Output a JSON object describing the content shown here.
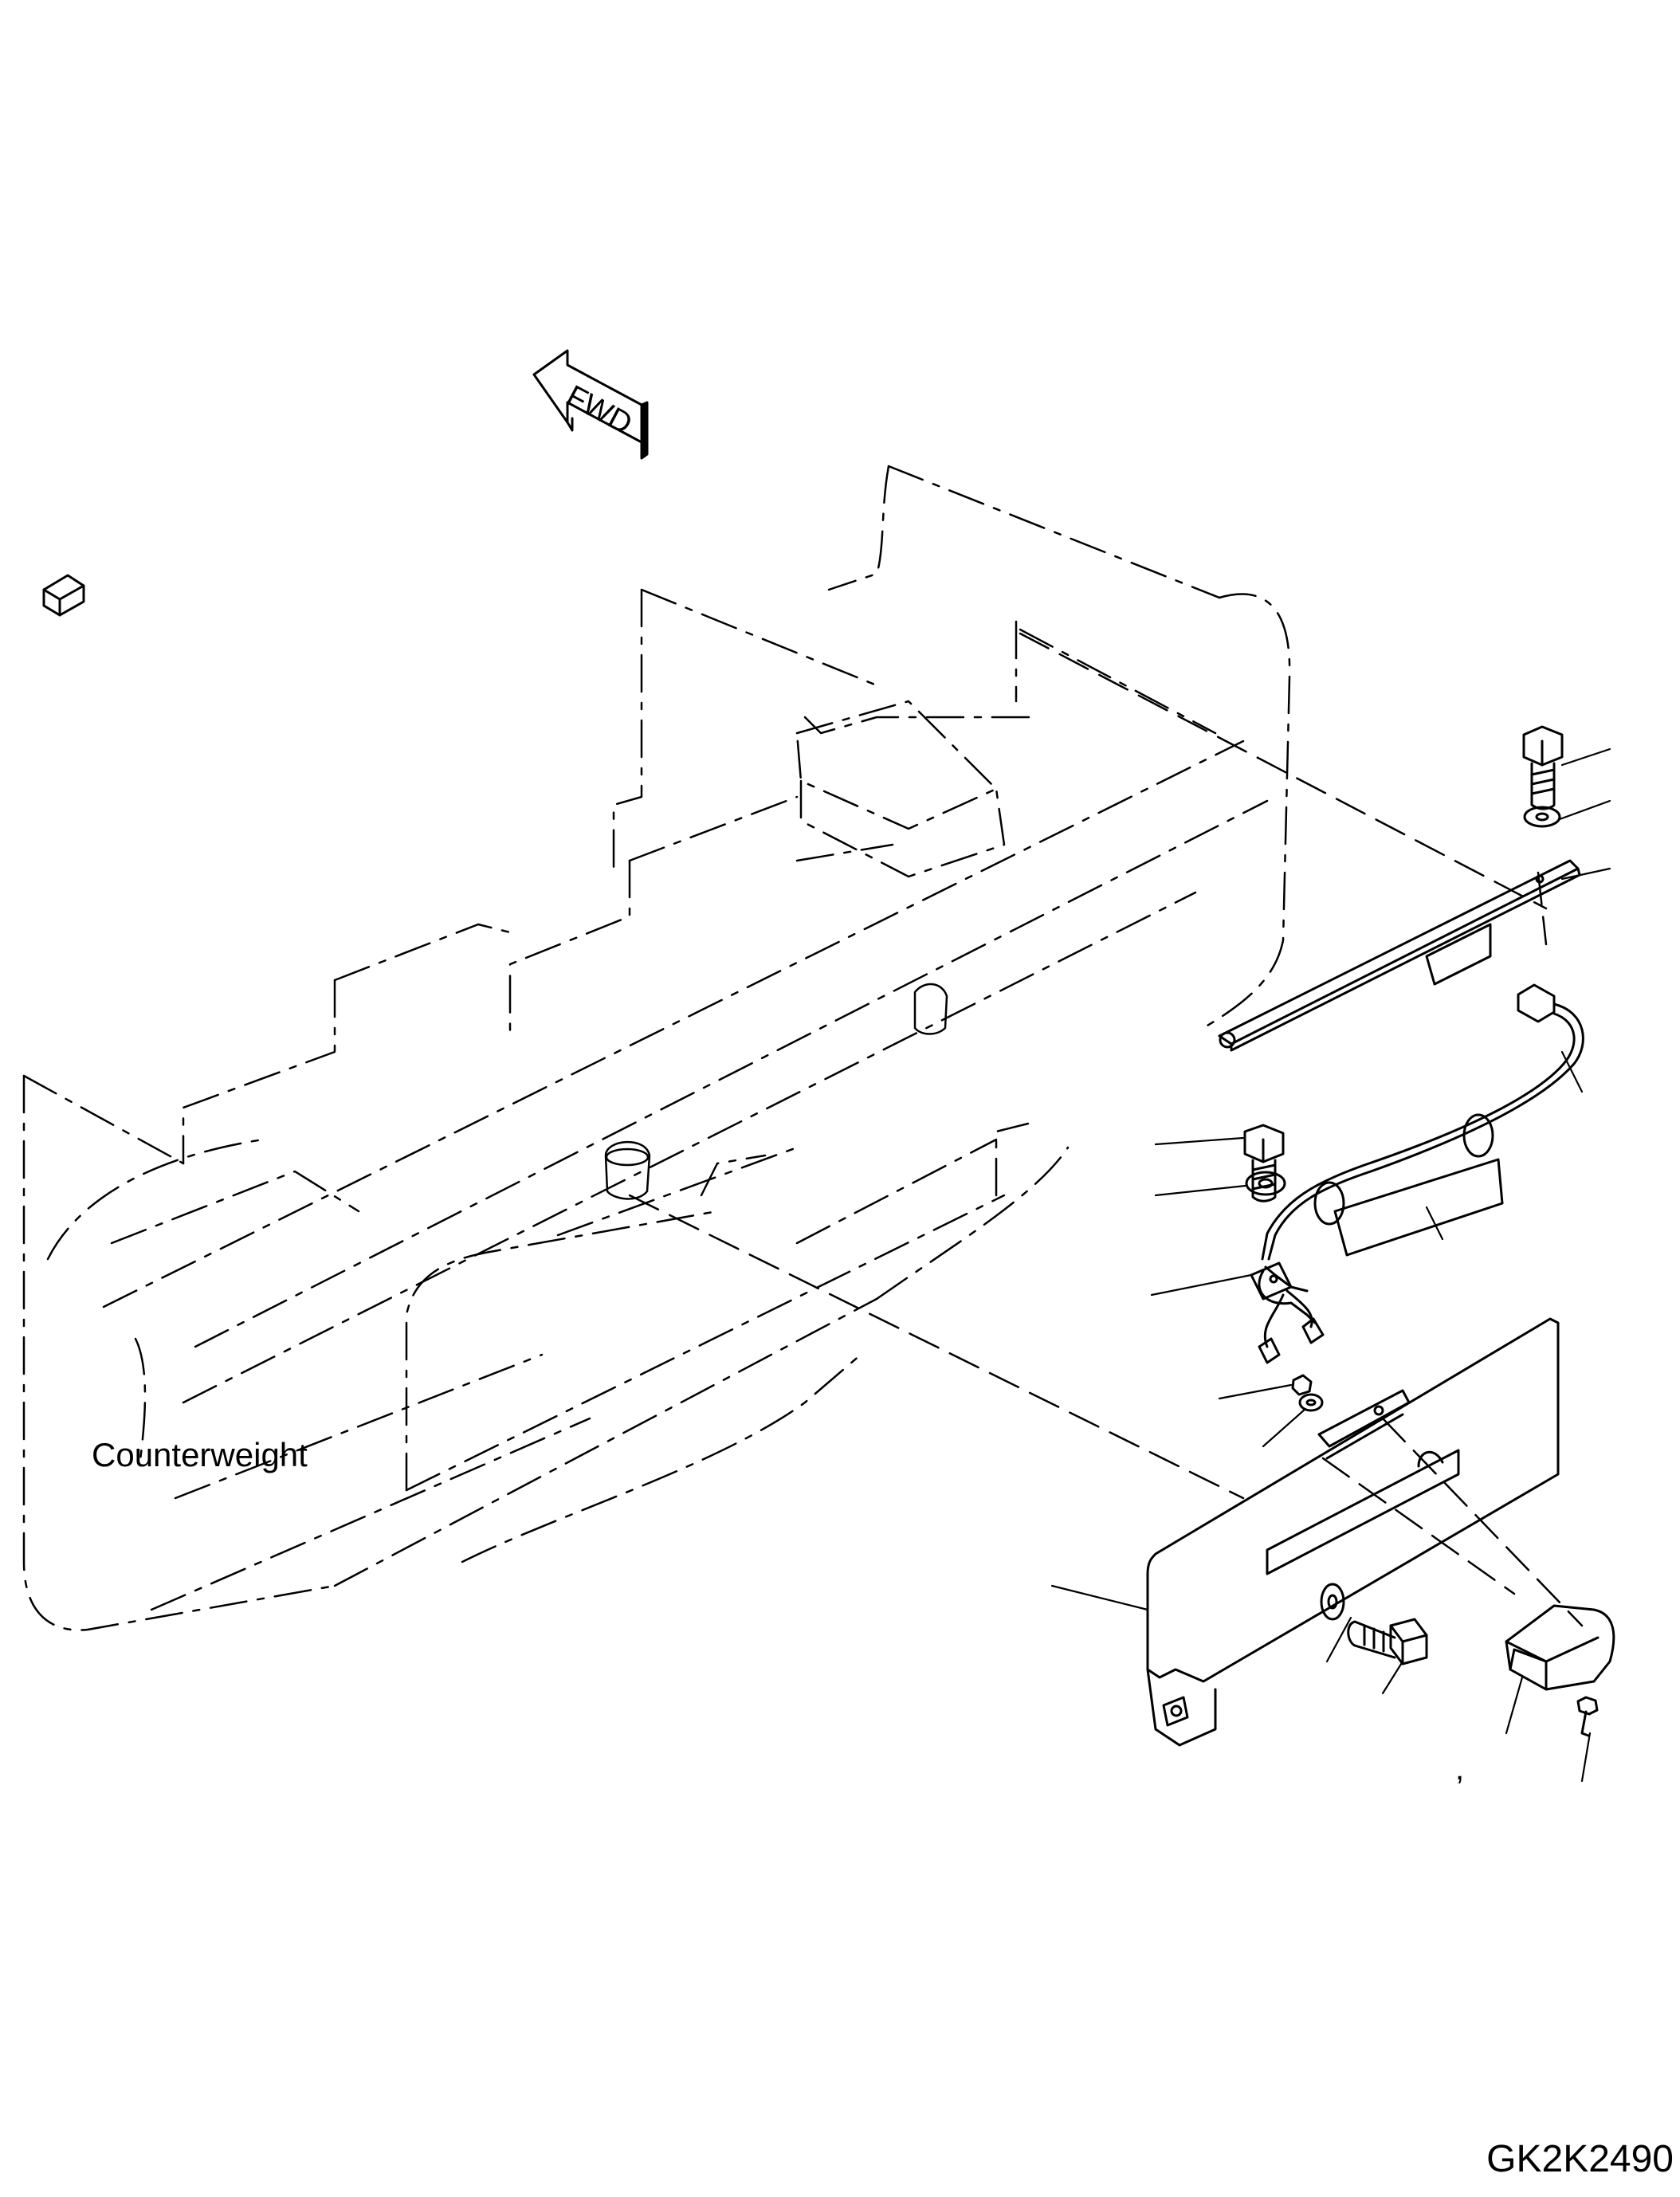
{
  "diagram": {
    "component_label": "Counterweight",
    "drawing_number": "GK2K2490",
    "direction_arrow_text": "FWD",
    "stray_mark": ","
  },
  "colors": {
    "line": "#000000",
    "background": "#ffffff",
    "bracket_fill": "#e6e6e6"
  },
  "icons": [
    "fwd-arrow-icon",
    "connector-icon"
  ]
}
